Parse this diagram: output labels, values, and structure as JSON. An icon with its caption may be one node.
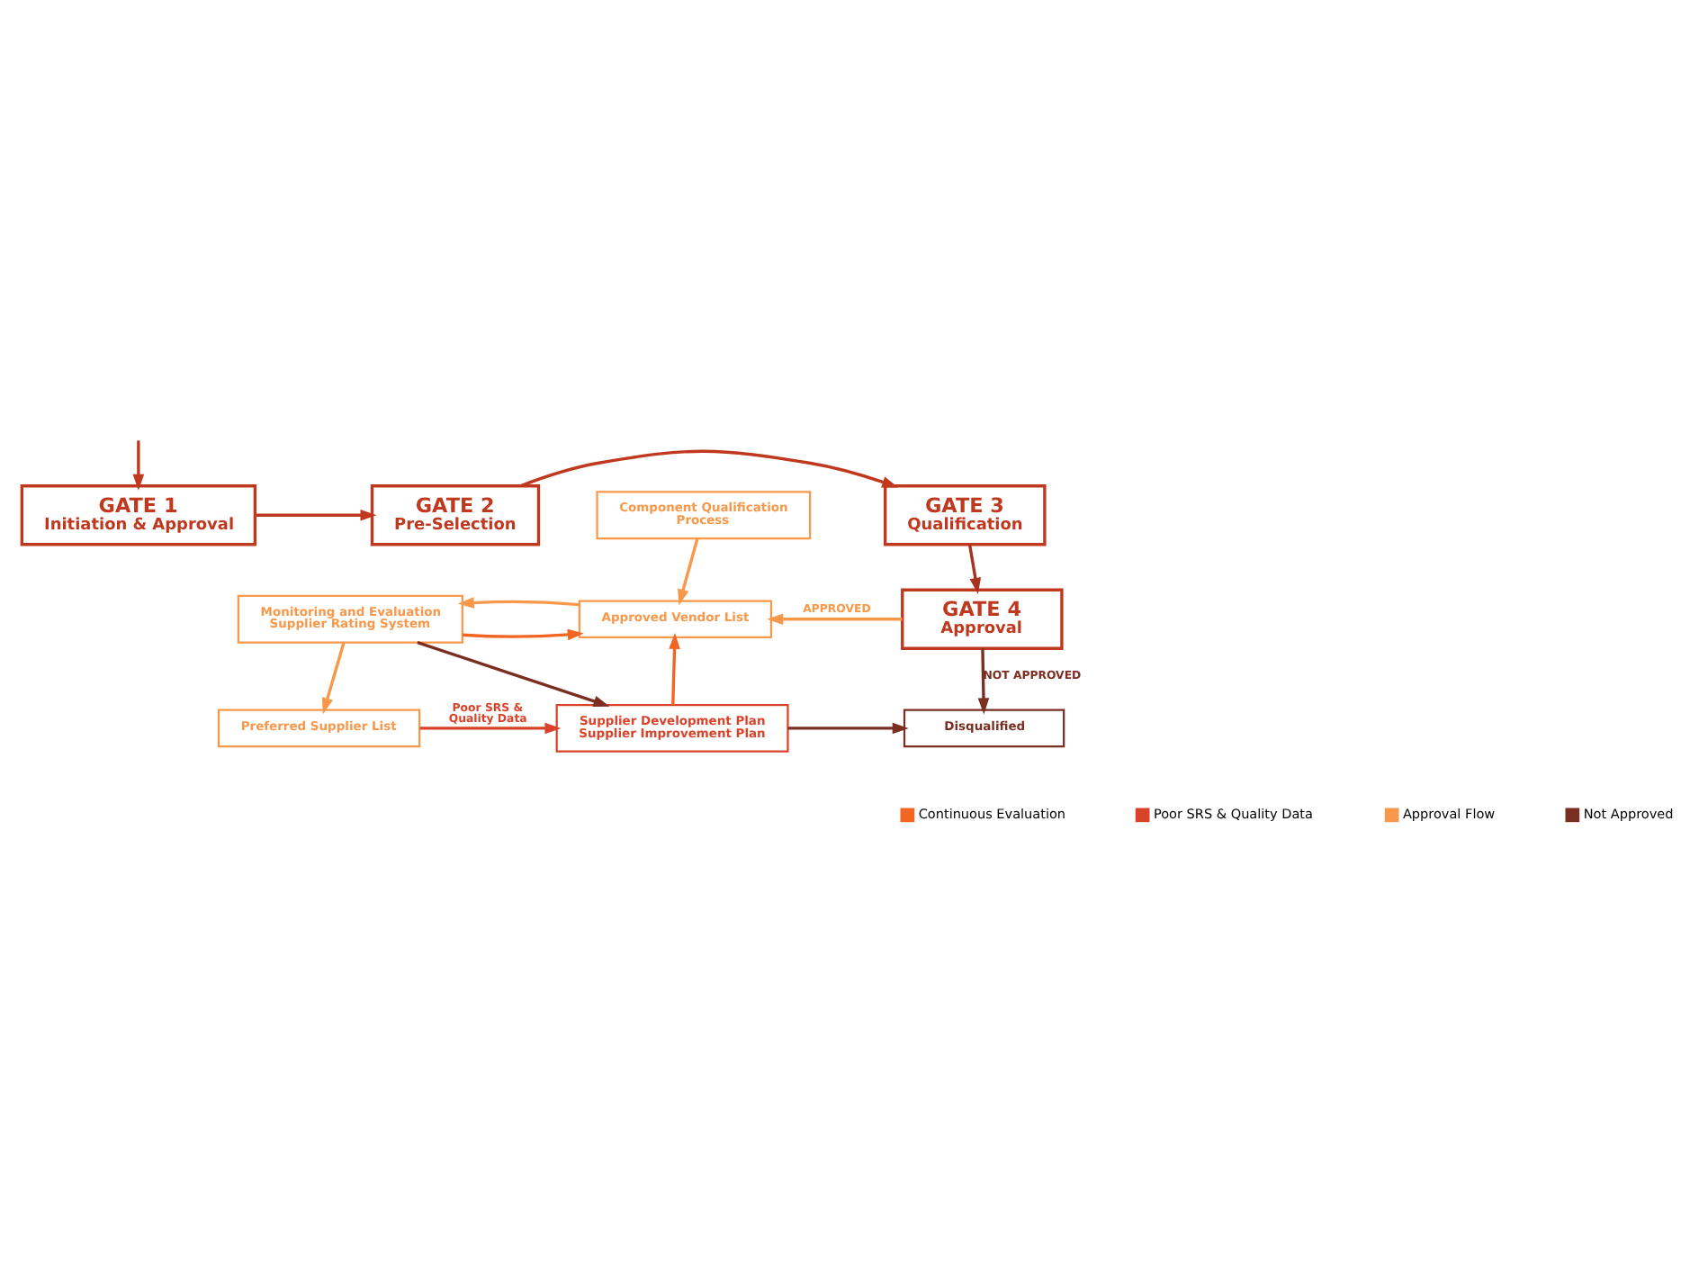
{
  "diagram": {
    "nodes": [
      {
        "text": [
          "GATE 1",
          "Initiation & Approval"
        ]
      },
      {
        "text": [
          "GATE 2",
          "Pre-Selection"
        ]
      },
      {
        "text": [
          "GATE 3",
          "Qualification"
        ]
      },
      {
        "text": [
          "Component Qualification Process"
        ]
      },
      {
        "text": [
          "Monitoring and Evaluation Supplier Rating System"
        ]
      },
      {
        "text": [
          "Approved Vendor List"
        ]
      },
      {
        "text": [
          "GATE 4",
          "Approval"
        ]
      },
      {
        "text": [
          "Preferred Supplier List"
        ]
      },
      {
        "text": [
          "Supplier Development Plan",
          "Supplier Improvement Plan"
        ]
      },
      {
        "text": [
          "Disqualified"
        ]
      }
    ],
    "edges": [
      {
        "from": null,
        "to": 0,
        "arrow": "to",
        "color": "#c0391f"
      },
      {
        "from": 0,
        "to": 1,
        "arrow": "to",
        "color": "#c0391f"
      },
      {
        "from": 1,
        "to": 2,
        "arrow": "to",
        "color": "#c0391f"
      },
      {
        "from": 2,
        "to": 6,
        "arrow": "to",
        "color": "#a8321f"
      },
      {
        "from": 3,
        "to": 5,
        "arrow": "to",
        "color": "#f7984a"
      },
      {
        "from": 4,
        "to": 5,
        "arrow": "to",
        "color": "#f26522"
      },
      {
        "from": 5,
        "to": 4,
        "arrow": "to",
        "color": "#f7984a"
      },
      {
        "from": 6,
        "to": 5,
        "arrow": "to",
        "label": "APPROVED",
        "color": "#f7984a"
      },
      {
        "from": 4,
        "to": 7,
        "arrow": "to",
        "color": "#f7984a"
      },
      {
        "from": 4,
        "to": 8,
        "arrow": "to",
        "color": "#7b2e22"
      },
      {
        "from": 8,
        "to": 5,
        "arrow": "to",
        "color": "#f26522"
      },
      {
        "from": 7,
        "to": 8,
        "arrow": "to",
        "label": "Poor SRS & Quality Data",
        "color": "#d9432a"
      },
      {
        "from": 6,
        "to": 9,
        "arrow": "to",
        "label": "NOT APPROVED",
        "color": "#7b2e22"
      },
      {
        "from": 8,
        "to": 9,
        "arrow": "to",
        "color": "#7b2e22"
      }
    ],
    "legend": [
      {
        "text": "Continuous Evaluation",
        "color": "#f26522"
      },
      {
        "text": "Poor SRS & Quality Data",
        "color": "#d9432a"
      },
      {
        "text": "Approval Flow",
        "color": "#f7984a"
      },
      {
        "text": "Not Approved",
        "color": "#7b2e22"
      }
    ]
  }
}
